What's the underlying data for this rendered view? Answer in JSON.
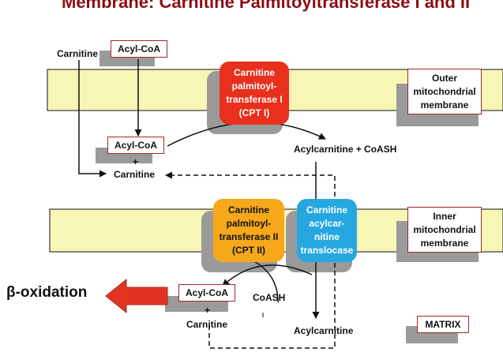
{
  "title": "Membrane: Carnitine Palmitoyltransferase I and II",
  "labels": {
    "carnitine_top": "Carnitine",
    "acyl_coa_top": "Acyl-CoA",
    "acyl_coa_mid": "Acyl-CoA",
    "plus_mid": "+",
    "carnitine_mid": "Carnitine",
    "acylcarnitine_coash": "Acylcarnitine  +  CoASH",
    "acyl_coa_bottom": "Acyl-CoA",
    "plus_bottom": "+",
    "carnitine_bottom": "Carnitine",
    "coash_bottom": "CoASH",
    "acylcarnitine_bottom": "Acylcarnitine",
    "beta_oxidation": "β-oxidation"
  },
  "enzymes": {
    "cpt1": {
      "lines": [
        "Carnitine",
        "palmitoyl-",
        "transferase I",
        "(CPT I)"
      ],
      "color": "#e8301c"
    },
    "cpt2": {
      "lines": [
        "Carnitine",
        "palmitoyl-",
        "transferase II",
        "(CPT II)"
      ],
      "color": "#f6a81a"
    },
    "translocase": {
      "lines": [
        "Carnitine",
        "acylcar-",
        "nitine",
        "translocase"
      ],
      "color": "#26a7e0"
    }
  },
  "membranes": {
    "outer": {
      "lines": [
        "Outer",
        "mitochondrial",
        "membrane"
      ]
    },
    "inner": {
      "lines": [
        "Inner",
        "mitochondrial",
        "membrane"
      ]
    },
    "color": "#f7f6b5"
  },
  "matrix_label": "MATRIX",
  "colors": {
    "label_border": "#9e2a2b",
    "shadow": "#9a9a9a",
    "arrow": "#111111",
    "beta_arrow": "#e23322",
    "title": "#8b0d14"
  }
}
